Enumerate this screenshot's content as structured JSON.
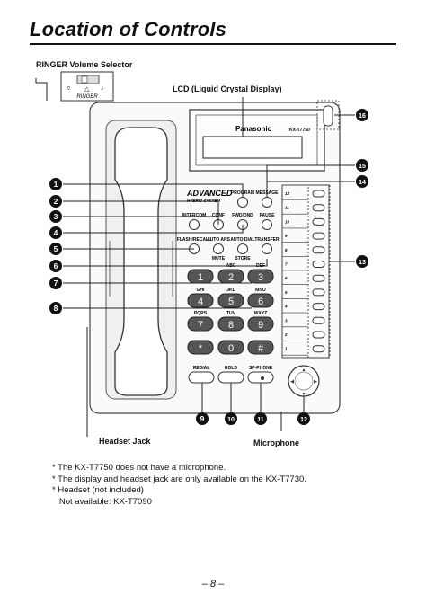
{
  "title": "Location of Controls",
  "labels": {
    "ringer_selector": "RINGER Volume Selector",
    "ringer_switch": "RINGER",
    "lcd": "LCD (Liquid Crystal Display)",
    "headset_jack": "Headset Jack",
    "microphone": "Microphone"
  },
  "phone": {
    "brand": "Panasonic",
    "model": "KX-T7750",
    "logo_line1": "ADVANCED",
    "logo_line2": "HYBRID SYSTEM",
    "keys": {
      "program": "PROGRAM",
      "message": "MESSAGE",
      "intercom": "INTERCOM",
      "conf": "CONF",
      "fwd_dnd": "FWD/DND",
      "pause": "PAUSE",
      "flash_recall": "FLASH/RECALL",
      "auto_ans": "AUTO ANS",
      "auto_dial": "AUTO DIAL",
      "transfer": "TRANSFER",
      "mute": "MUTE",
      "store": "STORE",
      "redial": "REDIAL",
      "hold": "HOLD",
      "sp_phone": "SP-PHONE"
    },
    "dialpad": [
      {
        "digit": "1",
        "letters": ""
      },
      {
        "digit": "2",
        "letters": "ABC"
      },
      {
        "digit": "3",
        "letters": "DEF"
      },
      {
        "digit": "4",
        "letters": "GHI"
      },
      {
        "digit": "5",
        "letters": "JKL"
      },
      {
        "digit": "6",
        "letters": "MNO"
      },
      {
        "digit": "7",
        "letters": "PQRS"
      },
      {
        "digit": "8",
        "letters": "TUV"
      },
      {
        "digit": "9",
        "letters": "WXYZ"
      },
      {
        "digit": "*",
        "letters": ""
      },
      {
        "digit": "0",
        "letters": ""
      },
      {
        "digit": "#",
        "letters": ""
      }
    ],
    "co_lines": [
      "12",
      "11",
      "10",
      "9",
      "8",
      "7",
      "6",
      "5",
      "4",
      "3",
      "2",
      "1"
    ]
  },
  "callouts": [
    "1",
    "2",
    "3",
    "4",
    "5",
    "6",
    "7",
    "8",
    "9",
    "10",
    "11",
    "12",
    "13",
    "14",
    "15",
    "16"
  ],
  "notes": [
    "* The KX-T7750 does not have a microphone.",
    "* The display and headset jack are only available on the KX-T7730.",
    "* Headset (not included)",
    "   Not available: KX-T7090"
  ],
  "page_number": "– 8 –"
}
